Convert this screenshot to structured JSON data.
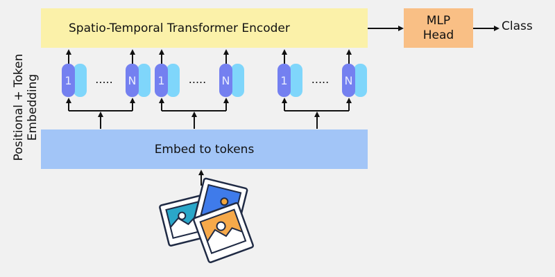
{
  "encoder": {
    "label": "Spatio-Temporal Transformer Encoder"
  },
  "mlp_head": {
    "line1": "MLP",
    "line2": "Head"
  },
  "output": {
    "label": "Class"
  },
  "embed": {
    "label": "Embed to tokens"
  },
  "side_label": {
    "line1": "Positional + Token",
    "line2": "Embedding"
  },
  "token_groups": [
    {
      "first": "1",
      "last": "N",
      "ellipsis": "....."
    },
    {
      "first": "1",
      "last": "N",
      "ellipsis": "....."
    },
    {
      "first": "1",
      "last": "N",
      "ellipsis": "....."
    }
  ],
  "input": {
    "icon": "image-stack-icon"
  },
  "colors": {
    "encoder": "#fbf1a9",
    "mlp_head": "#f9bf85",
    "embed": "#a2c5f7",
    "token_dark": "#7480f0",
    "token_light": "#7fd6fb",
    "arrow": "#111111"
  }
}
